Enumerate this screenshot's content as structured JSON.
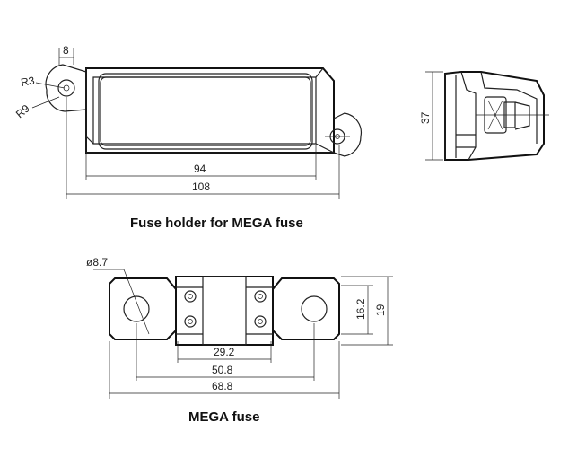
{
  "holder": {
    "caption": "Fuse holder for MEGA fuse",
    "dim_8": "8",
    "dim_r3": "R3",
    "dim_r9": "R9",
    "dim_94": "94",
    "dim_108": "108",
    "dim_37": "37"
  },
  "fuse": {
    "caption": "MEGA fuse",
    "dim_hole": "ø8.7",
    "dim_29_2": "29.2",
    "dim_50_8": "50.8",
    "dim_68_8": "68.8",
    "dim_16_2": "16.2",
    "dim_19": "19"
  }
}
